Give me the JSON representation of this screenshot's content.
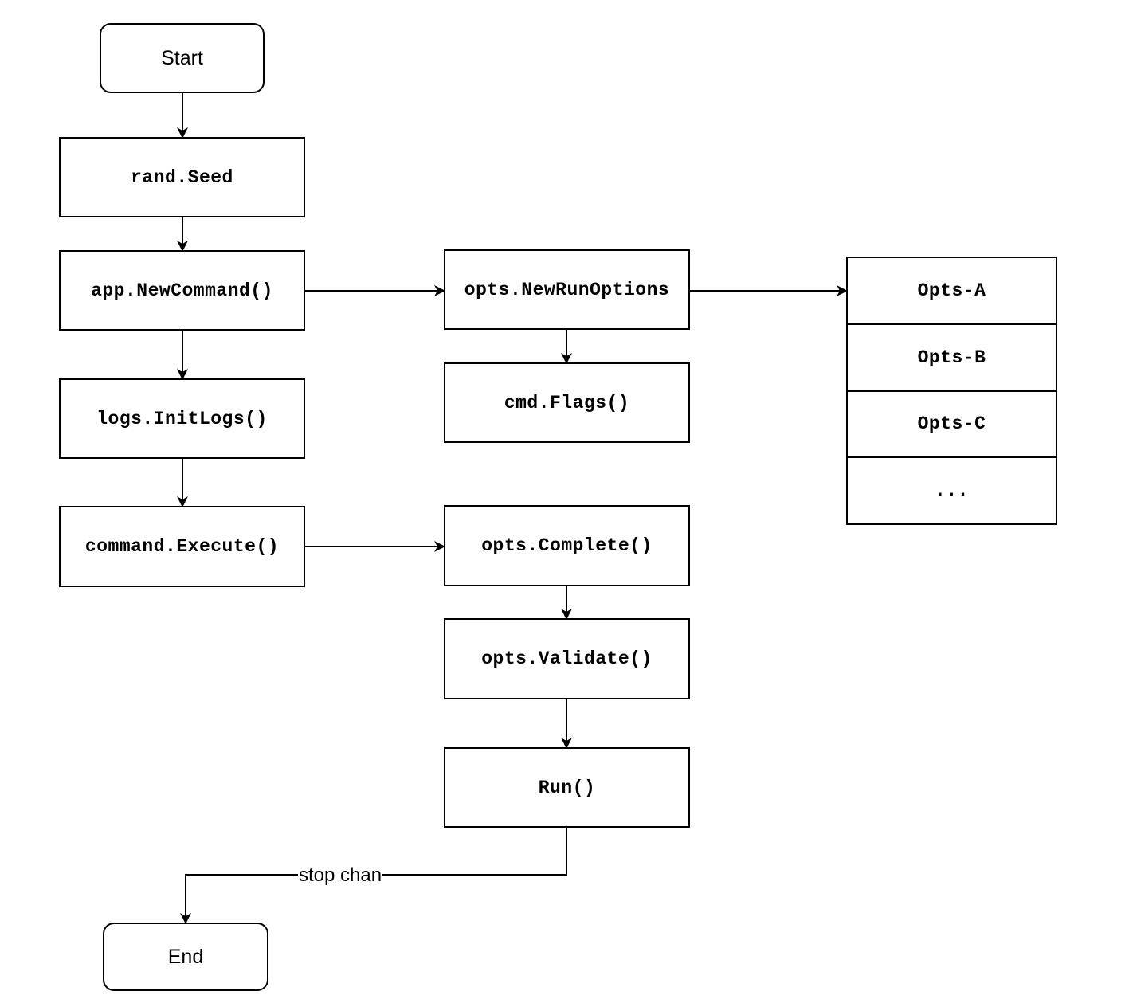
{
  "nodes": {
    "start": "Start",
    "rand_seed": "rand.Seed",
    "app_new_command": "app.NewCommand()",
    "logs_init_logs": "logs.InitLogs()",
    "command_execute": "command.Execute()",
    "opts_new_run_options": "opts.NewRunOptions",
    "cmd_flags": "cmd.Flags()",
    "opts_complete": "opts.Complete()",
    "opts_validate": "opts.Validate()",
    "run": "Run()",
    "end": "End"
  },
  "options_stack": [
    "Opts-A",
    "Opts-B",
    "Opts-C",
    "..."
  ],
  "edge_labels": {
    "run_to_end": "stop chan"
  }
}
